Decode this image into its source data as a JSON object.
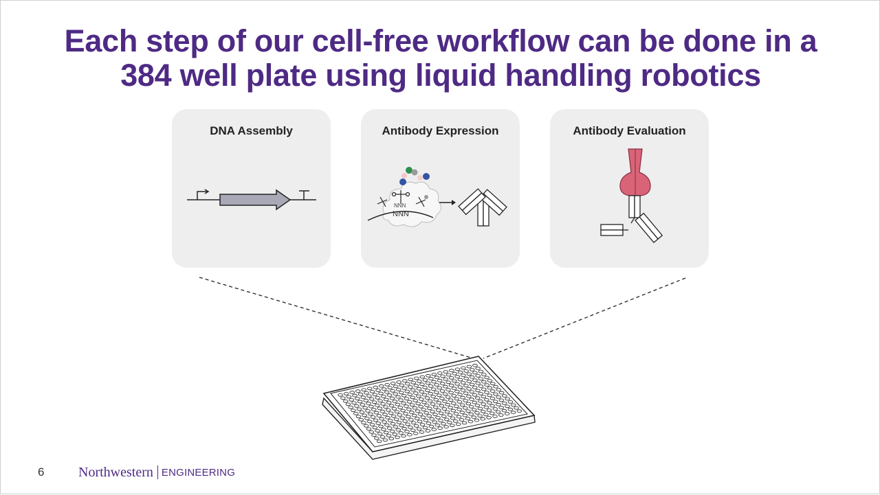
{
  "slide": {
    "title_line1": "Each step of our cell-free workflow can be done in a",
    "title_line2": "384 well plate using liquid handling robotics",
    "page_number": "6"
  },
  "panels": [
    {
      "label": "DNA Assembly",
      "icon": "dna-construct-icon"
    },
    {
      "label": "Antibody Expression",
      "icon": "ribosome-translation-icon"
    },
    {
      "label": "Antibody Evaluation",
      "icon": "antigen-binding-icon"
    }
  ],
  "plate": {
    "icon": "384-well-plate-icon"
  },
  "footer": {
    "logo_word": "Northwestern",
    "logo_dept": "ENGINEERING"
  },
  "colors": {
    "title": "#4e2a84",
    "panel_bg": "#efeeef",
    "antigen": "#d96478"
  }
}
